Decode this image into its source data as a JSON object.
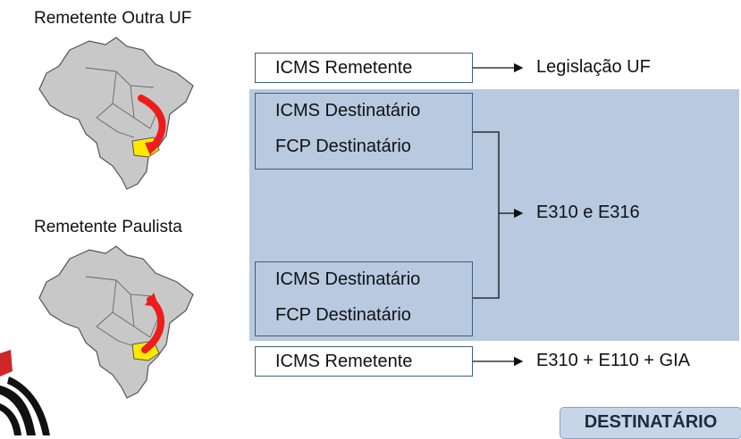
{
  "maps": {
    "top_label": "Remetente Outra UF",
    "bottom_label": "Remetente Paulista"
  },
  "flow": {
    "top_remetente_box": "ICMS Remetente",
    "top_remetente_target": "Legislação UF",
    "group1": {
      "line1": "ICMS Destinatário",
      "line2": "FCP Destinatário"
    },
    "group2": {
      "line1": "ICMS Destinatário",
      "line2": "FCP Destinatário"
    },
    "merge_target": "E310 e E316",
    "bottom_remetente_box": "ICMS Remetente",
    "bottom_remetente_target": "E310 + E110 + GIA"
  },
  "badge": {
    "label": "DESTINATÁRIO"
  },
  "colors": {
    "panel": "#b8c9e0",
    "box_border": "#3f5f7f",
    "arrow_red": "#ee1c1c",
    "highlight_state": "#ffe800",
    "map_gray": "#c8c8c8"
  }
}
